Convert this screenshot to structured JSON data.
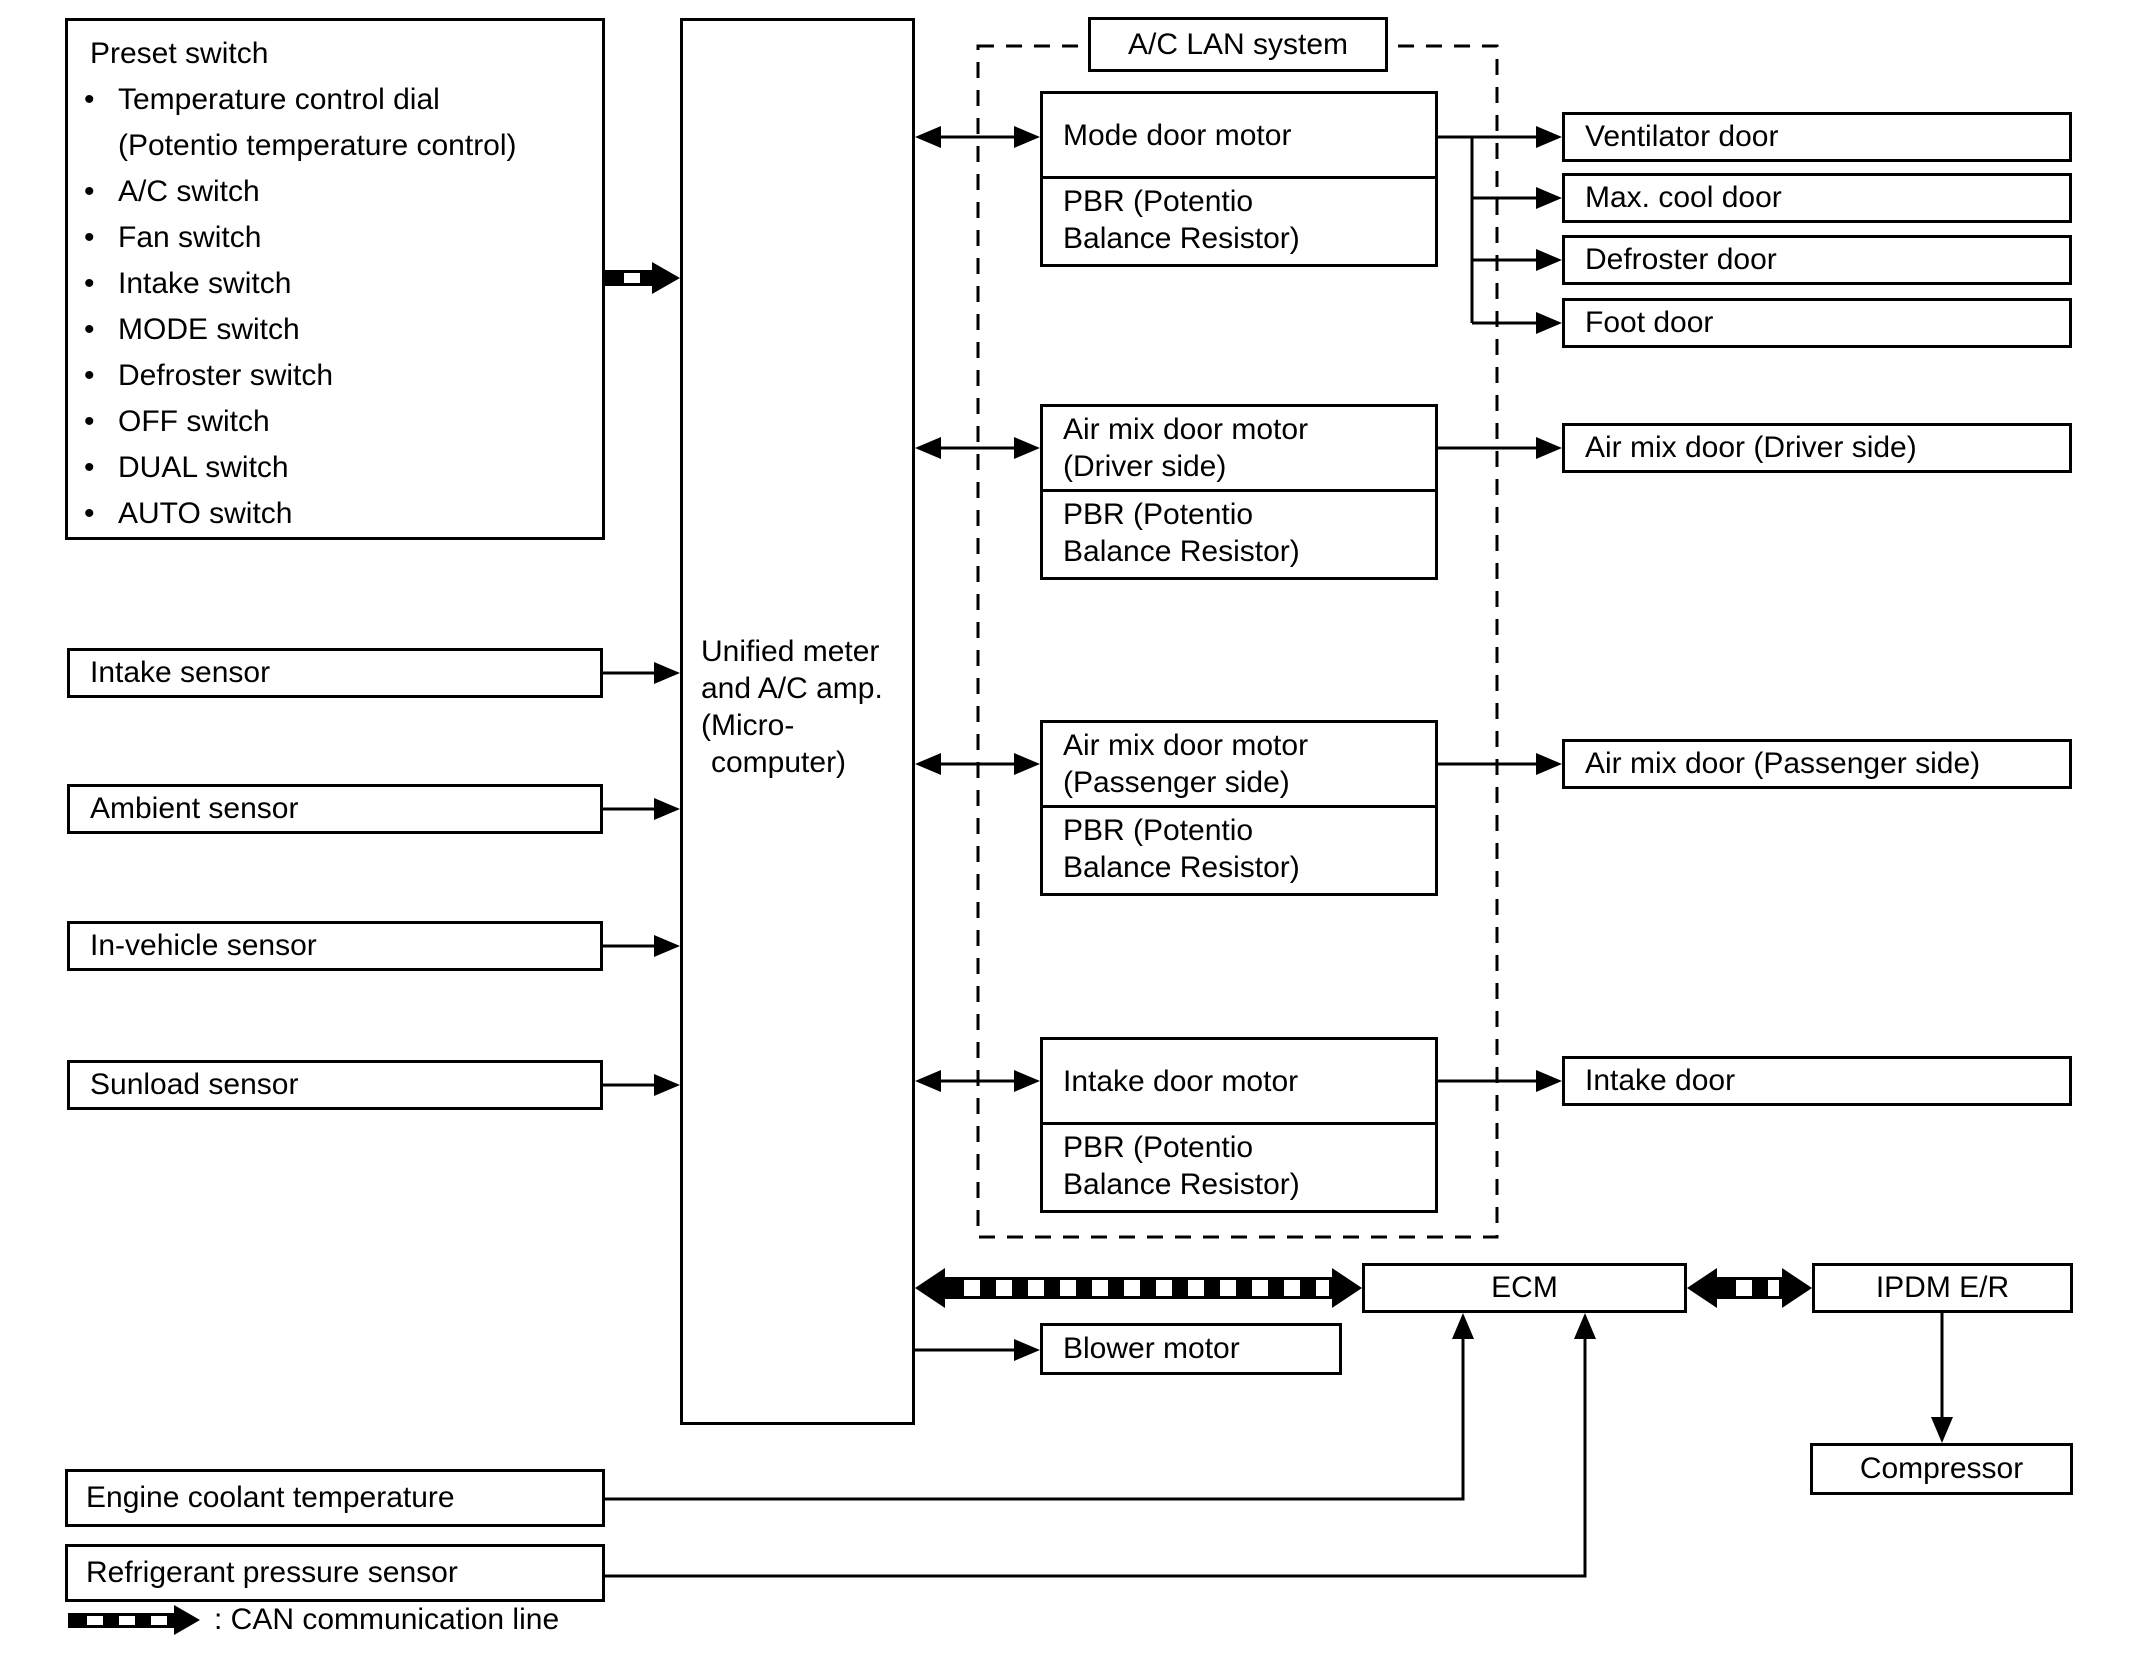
{
  "nodes": {
    "preset_switch": {
      "title": "Preset switch",
      "bullet": "•",
      "items": [
        "Temperature control dial",
        "(Potentio temperature control)",
        "A/C switch",
        "Fan switch",
        "Intake switch",
        "MODE switch",
        "Defroster switch",
        "OFF switch",
        "DUAL switch",
        "AUTO switch"
      ]
    },
    "unified_meter": {
      "lines": [
        "Unified meter",
        "and A/C amp.",
        "(Micro-",
        "computer)"
      ]
    },
    "lan_label": "A/C LAN system",
    "mode_door_motor": "Mode door motor",
    "air_mix_driver": [
      "Air mix door motor",
      "(Driver side)"
    ],
    "air_mix_passenger": [
      "Air mix door motor",
      "(Passenger side)"
    ],
    "intake_door_motor": "Intake door motor",
    "pbr": [
      "PBR (Potentio",
      "Balance Resistor)"
    ],
    "ventilator_door": "Ventilator door",
    "max_cool_door": "Max. cool door",
    "defroster_door": "Defroster door",
    "foot_door": "Foot door",
    "air_mix_door_driver": "Air mix door (Driver side)",
    "air_mix_door_passenger": "Air mix door (Passenger side)",
    "intake_door": "Intake door",
    "ecm": "ECM",
    "ipdm": "IPDM E/R",
    "compressor": "Compressor",
    "blower_motor": "Blower motor",
    "intake_sensor": "Intake sensor",
    "ambient_sensor": "Ambient sensor",
    "in_vehicle_sensor": "In-vehicle sensor",
    "sunload_sensor": "Sunload sensor",
    "engine_coolant": "Engine coolant temperature",
    "refrigerant": "Refrigerant pressure sensor"
  },
  "legend": {
    "can_label": ": CAN communication line"
  },
  "colors": {
    "ink": "#000000",
    "background": "#ffffff"
  }
}
